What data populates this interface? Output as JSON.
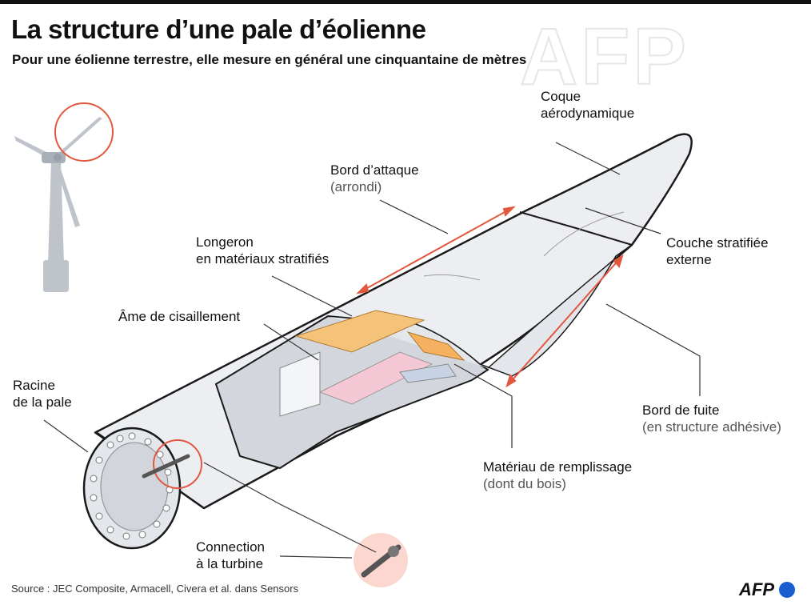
{
  "header": {
    "title": "La structure d’une pale d’éolienne",
    "subtitle": "Pour une éolienne terrestre, elle mesure en général une cinquantaine de mètres"
  },
  "labels": {
    "coque": [
      "Coque",
      "aérodynamique"
    ],
    "bord_attaque": {
      "main": "Bord d’attaque",
      "sub": "(arrondi)"
    },
    "couche": [
      "Couche stratifiée",
      "externe"
    ],
    "longeron": [
      "Longeron",
      "en matériaux stratifiés"
    ],
    "ame": "Âme de cisaillement",
    "racine": [
      "Racine",
      "de la pale"
    ],
    "bord_fuite": {
      "main": "Bord de fuite",
      "sub": "(en structure adhésive)"
    },
    "materiau": {
      "main": "Matériau de remplissage",
      "sub": "(dont du bois)"
    },
    "connection": [
      "Connection",
      "à la turbine"
    ]
  },
  "footer": {
    "source": "Source : JEC Composite, Armacell, Civera et al. dans Sensors",
    "logo": "AFP"
  },
  "colors": {
    "accent_red": "#e2583e",
    "spar_orange": "#f5c27a",
    "filler_pink": "#f3c8d4",
    "shell_grey": "#e8eaed",
    "shadow_grey": "#c8ccd2"
  }
}
